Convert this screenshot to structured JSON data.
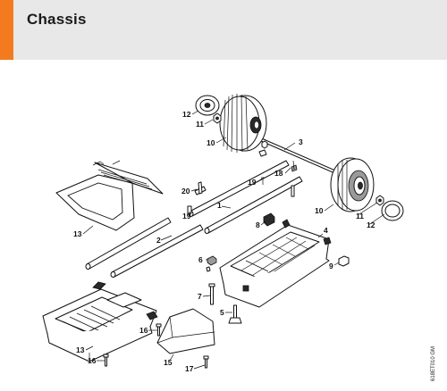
{
  "header": {
    "title": "Chassis",
    "accent_color": "#f37a1f",
    "band_color": "#e8e8e8"
  },
  "callouts": [
    {
      "id": "c12a",
      "label": "12"
    },
    {
      "id": "c11a",
      "label": "11"
    },
    {
      "id": "c10a",
      "label": "10"
    },
    {
      "id": "c3",
      "label": "3"
    },
    {
      "id": "c18",
      "label": "18"
    },
    {
      "id": "c19a",
      "label": "19"
    },
    {
      "id": "c20",
      "label": "20"
    },
    {
      "id": "c19b",
      "label": "19"
    },
    {
      "id": "c1",
      "label": "1"
    },
    {
      "id": "c13a",
      "label": "13"
    },
    {
      "id": "c2",
      "label": "2"
    },
    {
      "id": "c8",
      "label": "8"
    },
    {
      "id": "c10b",
      "label": "10"
    },
    {
      "id": "c11b",
      "label": "11"
    },
    {
      "id": "c12b",
      "label": "12"
    },
    {
      "id": "c4",
      "label": "4"
    },
    {
      "id": "c6",
      "label": "6"
    },
    {
      "id": "c9",
      "label": "9"
    },
    {
      "id": "c7",
      "label": "7"
    },
    {
      "id": "c5",
      "label": "5"
    },
    {
      "id": "c16a",
      "label": "16"
    },
    {
      "id": "c13b",
      "label": "13"
    },
    {
      "id": "c16b",
      "label": "16"
    },
    {
      "id": "c15",
      "label": "15"
    },
    {
      "id": "c17",
      "label": "17"
    }
  ],
  "figure_code": "618ET010 GM"
}
